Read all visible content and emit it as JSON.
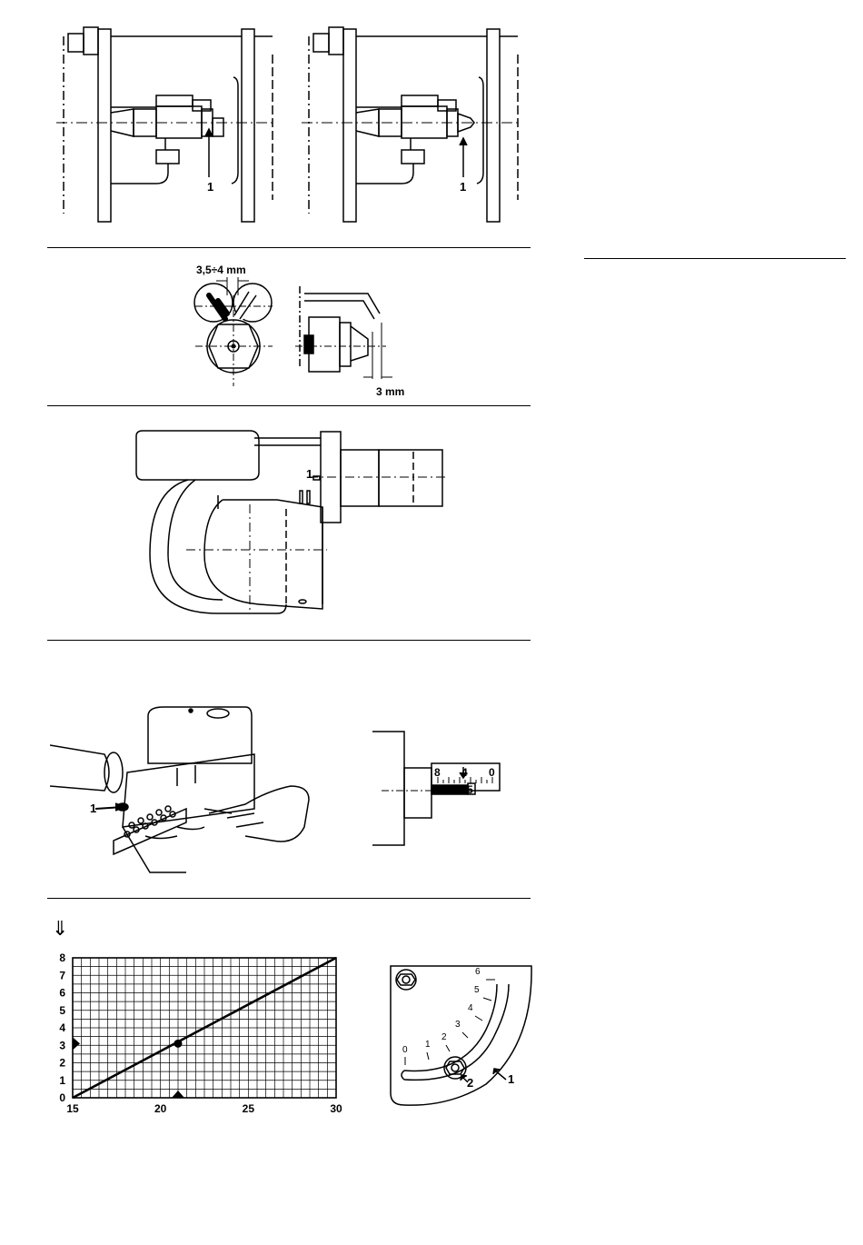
{
  "figure1": {
    "left_label": "1",
    "right_label": "1"
  },
  "figure2": {
    "gap_label": "3,5÷4 mm",
    "distance_label": "3 mm"
  },
  "figure3": {
    "screw_label": "1"
  },
  "figure4": {
    "hand_label": "1",
    "scale_ticks": [
      "8",
      "4",
      "0"
    ],
    "slider_label": "5"
  },
  "figure5": {
    "arrow_symbol": "⇓"
  },
  "chart_data": {
    "type": "line",
    "title": "",
    "xlabel": "",
    "ylabel": "",
    "xlim": [
      15,
      30
    ],
    "ylim": [
      0,
      8
    ],
    "x_ticks": [
      "15",
      "20",
      "25",
      "30"
    ],
    "y_ticks": [
      "0",
      "1",
      "2",
      "3",
      "4",
      "5",
      "6",
      "7",
      "8"
    ],
    "grid": true,
    "series": [
      {
        "x": [
          15,
          30
        ],
        "y": [
          0,
          8
        ]
      }
    ],
    "marked_point": {
      "x": 21,
      "y": 3.1
    },
    "markers": {
      "x_axis_marker": 21,
      "y_axis_marker": 3.1
    }
  },
  "figure6": {
    "scale": [
      "0",
      "1",
      "2",
      "3",
      "4",
      "5",
      "6"
    ],
    "label_1": "1",
    "label_2": "2"
  }
}
